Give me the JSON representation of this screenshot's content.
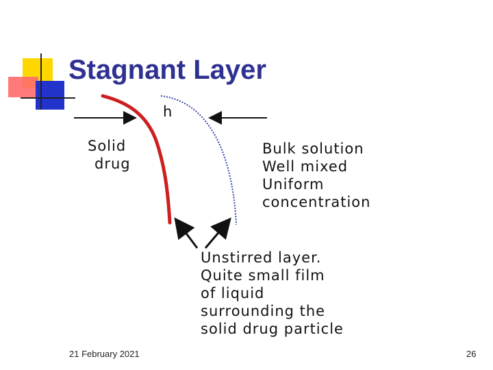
{
  "slide": {
    "title": "Stagnant Layer",
    "date": "21 February 2021",
    "page_number": "26"
  },
  "diagram": {
    "h_label": "h",
    "solid_label": [
      "Solid",
      "drug"
    ],
    "bulk_label": [
      "Bulk solution",
      "Well mixed",
      "Uniform",
      "concentration"
    ],
    "unstirred_label": [
      "Unstirred layer.",
      "Quite small film",
      "of liquid",
      "surrounding the",
      "solid drug particle"
    ]
  },
  "colors": {
    "title": "#2e3192",
    "solid_surface": "#cc1f1f",
    "layer_boundary": "#3344aa",
    "logo_yellow": "#ffd700",
    "logo_red": "#ff5a5a",
    "logo_blue": "#2233cc"
  }
}
